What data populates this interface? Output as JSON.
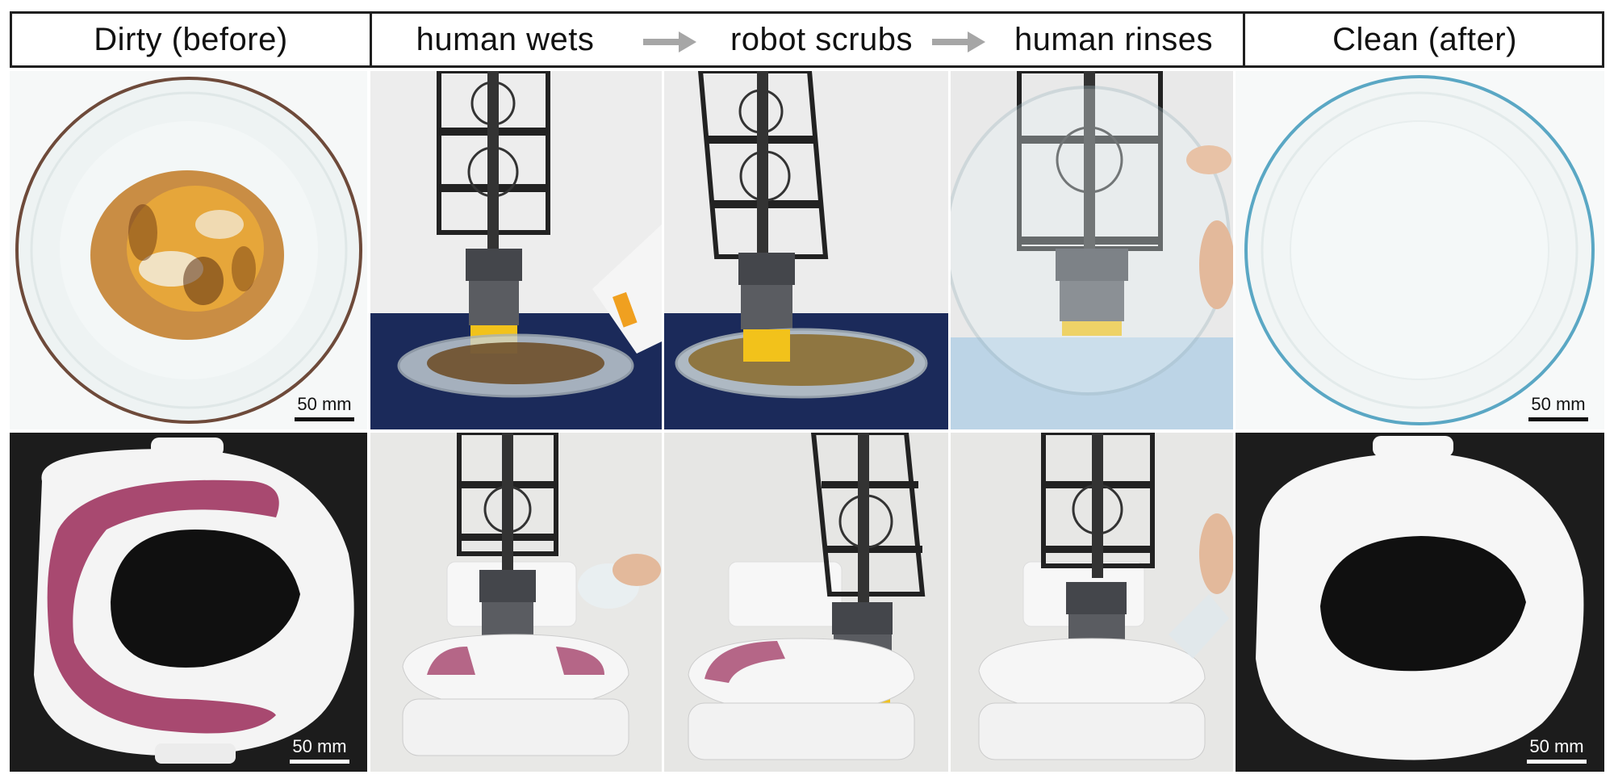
{
  "header": {
    "before_label": "Dirty (before)",
    "step1_label": "human wets",
    "step2_label": "robot scrubs",
    "step3_label": "human rinses",
    "after_label": "Clean (after)",
    "arrow_icon": "right-arrow-icon",
    "arrow_color": "#a6a6a6"
  },
  "rows": [
    {
      "subject": "glass plate",
      "scale_label": "50 mm"
    },
    {
      "subject": "toilet seat",
      "scale_label": "50 mm"
    }
  ],
  "colors": {
    "brush": "#f2c21b",
    "robot_dark": "#3d3f44",
    "tablecloth": "#1b2a5a",
    "stain_food": "#b3661a",
    "stain_wine": "#9a2a58"
  }
}
